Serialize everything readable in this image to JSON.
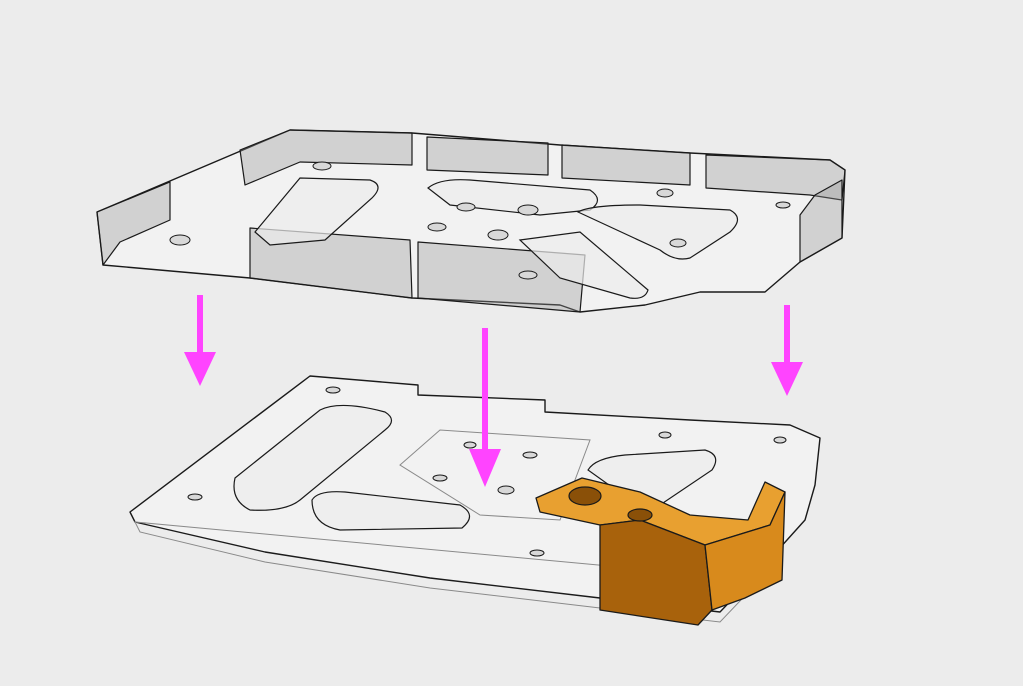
{
  "scene": {
    "description_free": true,
    "colors": {
      "background": "#ececec",
      "arrow": "#ff44ff",
      "part_highlight": "#e0901c",
      "part_shadow": "#a8620c",
      "outline": "#1a1a1a"
    },
    "arrows": [
      {
        "name": "left",
        "direction": "down"
      },
      {
        "name": "middle",
        "direction": "down"
      },
      {
        "name": "right",
        "direction": "down"
      }
    ]
  }
}
